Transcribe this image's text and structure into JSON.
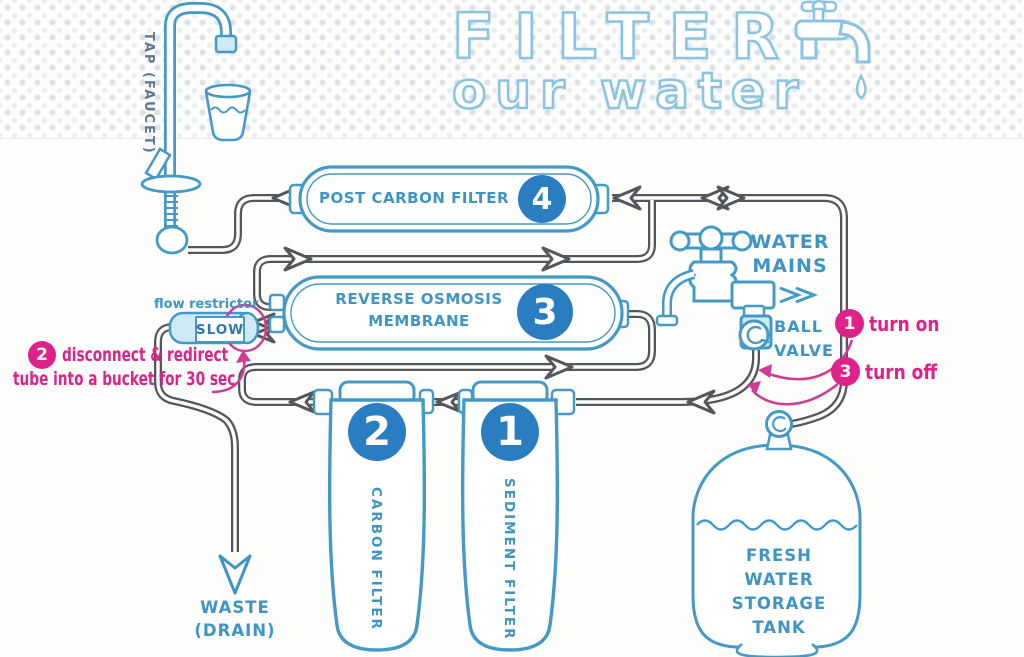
{
  "header": {
    "title_line1": "FILTER",
    "title_line2": "our water"
  },
  "tap": {
    "label": "TAP (FAUCET)"
  },
  "stages": {
    "post_carbon": {
      "number": "4",
      "label": "POST CARBON FILTER"
    },
    "ro": {
      "number": "3",
      "label_line1": "REVERSE OSMOSIS",
      "label_line2": "MEMBRANE"
    },
    "carbon": {
      "number": "2",
      "label": "CARBON FILTER"
    },
    "sediment": {
      "number": "1",
      "label": "SEDIMENT FILTER"
    }
  },
  "restrictor": {
    "label": "flow restrictor",
    "valve_text": "SLOW"
  },
  "mains": {
    "label_line1": "WATER",
    "label_line2": "MAINS"
  },
  "ball_valve": {
    "label_line1": "BALL",
    "label_line2": "VALVE"
  },
  "steps": {
    "one": {
      "number": "1",
      "text": "turn on"
    },
    "two": {
      "number": "2",
      "text_line1": "disconnect & redirect",
      "text_line2": "tube into a bucket for 30 sec"
    },
    "three": {
      "number": "3",
      "text": "turn off"
    }
  },
  "waste": {
    "label_line1": "WASTE",
    "label_line2": "(DRAIN)"
  },
  "tank": {
    "label_line1": "FRESH",
    "label_line2": "WATER",
    "label_line3": "STORAGE",
    "label_line4": "TANK"
  },
  "colors": {
    "fixture_blue": "#4499c6",
    "label_blue": "#3e95c3",
    "number_circle_blue": "#2a7dc0",
    "pipe_gray": "#53575b",
    "pink": "#e0218a",
    "light_blue_fill": "#cfe9f5"
  }
}
